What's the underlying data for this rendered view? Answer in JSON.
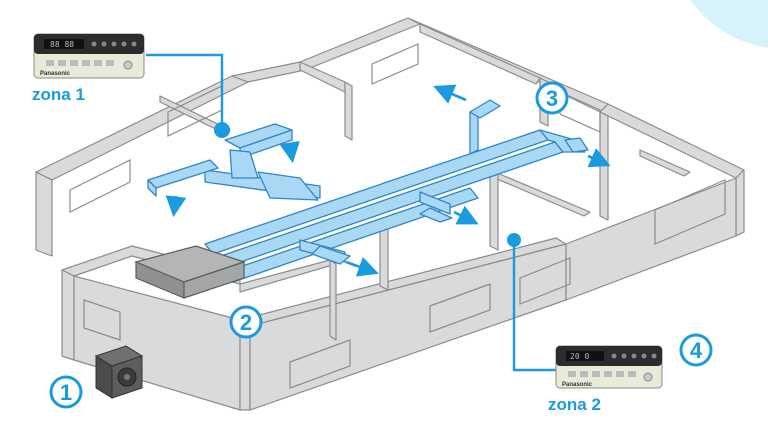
{
  "labels": {
    "zone1": "zona 1",
    "zone2": "zona 2",
    "num1": "1",
    "num2": "2",
    "num3": "3",
    "num4": "4",
    "controller_brand": "Panasonic"
  },
  "colors": {
    "accent": "#1a9be0",
    "duct": "#a9d8f5",
    "duct_edge": "#2f86c8",
    "wall": "#d9dadb",
    "wall_edge": "#8a8c8e",
    "unit": "#a5a6a8",
    "corner_shape": "#d6f3fb"
  },
  "icons": [
    "thermostat-controller-icon",
    "outdoor-unit-icon",
    "airflow-arrow-icon",
    "connector-dot-icon"
  ]
}
